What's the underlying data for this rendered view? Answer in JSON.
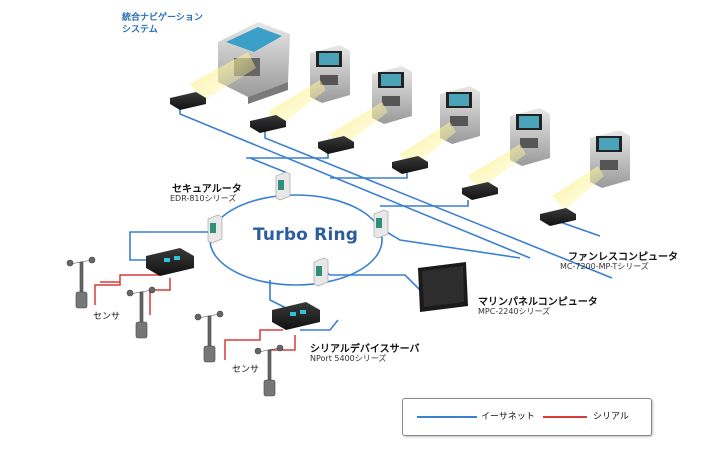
{
  "labels": {
    "integrated_nav": [
      "統合ナビゲーション",
      "システム"
    ],
    "secure_router": "セキュアルータ",
    "secure_router_model": "EDR-810シリーズ",
    "turbo_ring": "Turbo Ring",
    "fanless_computer": "ファンレスコンピュータ",
    "fanless_computer_model": "MC-7200-MP-Tシリーズ",
    "marine_panel": "マリンパネルコンピュータ",
    "marine_panel_model": "MPC-2240シリーズ",
    "serial_server": "シリアルデバイスサーバ",
    "serial_server_model": "NPort 5400シリーズ",
    "sensor_1": "センサ",
    "sensor_2": "センサ"
  },
  "legend": {
    "ethernet": "イーサネット",
    "serial": "シリアル"
  },
  "colors": {
    "ethernet": "#3a7fd0",
    "serial": "#d93a3a",
    "ring_label": "#2c5d9e",
    "nav_label": "#2a6fb6",
    "beam": "#f7ee62"
  },
  "icons": [
    "console-icon",
    "computer-box-icon",
    "switch-icon",
    "router-icon",
    "panel-pc-icon",
    "serial-server-icon",
    "sensor-mast-icon"
  ]
}
